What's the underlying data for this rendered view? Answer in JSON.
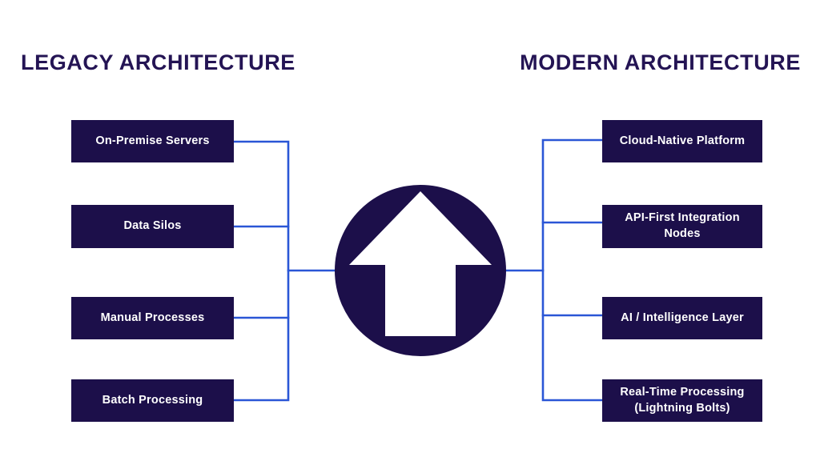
{
  "diagram": {
    "title_left": "LEGACY ARCHITECTURE",
    "title_right": "MODERN ARCHITECTURE",
    "center_icon": "up-arrow-in-circle-icon",
    "colors": {
      "node_fill": "#1c0f4a",
      "node_text": "#ffffff",
      "title_text": "#241454",
      "connector": "#2a56d6",
      "background": "#ffffff"
    },
    "legacy_nodes": [
      {
        "id": "on-premise-servers",
        "label": "On-Premise Servers"
      },
      {
        "id": "data-silos",
        "label": "Data Silos"
      },
      {
        "id": "manual-processes",
        "label": "Manual Processes"
      },
      {
        "id": "batch-processing",
        "label": "Batch Processing"
      }
    ],
    "modern_nodes": [
      {
        "id": "cloud-native-platform",
        "label": "Cloud-Native Platform"
      },
      {
        "id": "api-first-integration-nodes",
        "label": "API-First Integration\nNodes"
      },
      {
        "id": "ai-intelligence-layer",
        "label": "AI / Intelligence Layer"
      },
      {
        "id": "real-time-processing",
        "label": "Real-Time Processing\n(Lightning Bolts)"
      }
    ]
  }
}
